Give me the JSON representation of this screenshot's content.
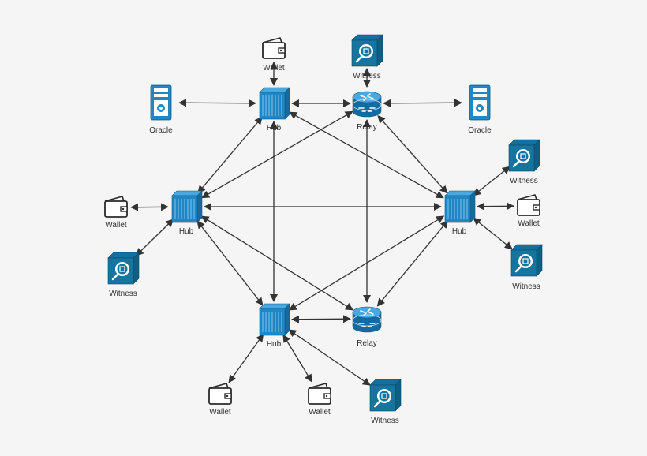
{
  "colors": {
    "background": "#f5f5f5",
    "edge": "#333333",
    "cube_front": "#1f87c6",
    "cube_top": "#4aa8df",
    "cube_side": "#156b9f",
    "witness_dark": "#0f5f84",
    "witness_mid": "#1470a0",
    "text": "#2f2f2f"
  },
  "nodes": [
    {
      "id": "wallet_top",
      "type": "wallet",
      "label": "Wallet",
      "icon": "wallet-icon"
    },
    {
      "id": "witness_top",
      "type": "witness",
      "label": "Witness",
      "icon": "witness-icon"
    },
    {
      "id": "oracle_left",
      "type": "oracle",
      "label": "Oracle",
      "icon": "oracle-icon"
    },
    {
      "id": "oracle_right",
      "type": "oracle",
      "label": "Oracle",
      "icon": "oracle-icon"
    },
    {
      "id": "hub_top",
      "type": "hub",
      "label": "Hub",
      "icon": "hub-icon"
    },
    {
      "id": "relay_top",
      "type": "relay",
      "label": "Relay",
      "icon": "relay-icon"
    },
    {
      "id": "hub_left",
      "type": "hub",
      "label": "Hub",
      "icon": "hub-icon"
    },
    {
      "id": "hub_right",
      "type": "hub",
      "label": "Hub",
      "icon": "hub-icon"
    },
    {
      "id": "wallet_left",
      "type": "wallet",
      "label": "Wallet",
      "icon": "wallet-icon"
    },
    {
      "id": "witness_left",
      "type": "witness",
      "label": "Witness",
      "icon": "witness-icon"
    },
    {
      "id": "witness_right_top",
      "type": "witness",
      "label": "Witness",
      "icon": "witness-icon"
    },
    {
      "id": "wallet_right",
      "type": "wallet",
      "label": "Wallet",
      "icon": "wallet-icon"
    },
    {
      "id": "witness_right_bottom",
      "type": "witness",
      "label": "Witness",
      "icon": "witness-icon"
    },
    {
      "id": "hub_bottom",
      "type": "hub",
      "label": "Hub",
      "icon": "hub-icon"
    },
    {
      "id": "relay_bottom",
      "type": "relay",
      "label": "Relay",
      "icon": "relay-icon"
    },
    {
      "id": "wallet_bottom_1",
      "type": "wallet",
      "label": "Wallet",
      "icon": "wallet-icon"
    },
    {
      "id": "wallet_bottom_2",
      "type": "wallet",
      "label": "Wallet",
      "icon": "wallet-icon"
    },
    {
      "id": "witness_bottom",
      "type": "witness",
      "label": "Witness",
      "icon": "witness-icon"
    }
  ],
  "edges": [
    {
      "from": "wallet_top",
      "to": "hub_top"
    },
    {
      "from": "witness_top",
      "to": "relay_top"
    },
    {
      "from": "oracle_left",
      "to": "hub_top"
    },
    {
      "from": "hub_top",
      "to": "relay_top"
    },
    {
      "from": "relay_top",
      "to": "oracle_right"
    },
    {
      "from": "hub_top",
      "to": "hub_left"
    },
    {
      "from": "hub_top",
      "to": "hub_right"
    },
    {
      "from": "hub_top",
      "to": "hub_bottom"
    },
    {
      "from": "relay_top",
      "to": "hub_left"
    },
    {
      "from": "relay_top",
      "to": "hub_right"
    },
    {
      "from": "relay_top",
      "to": "relay_bottom"
    },
    {
      "from": "hub_left",
      "to": "hub_right"
    },
    {
      "from": "hub_left",
      "to": "hub_bottom"
    },
    {
      "from": "hub_left",
      "to": "relay_bottom"
    },
    {
      "from": "hub_right",
      "to": "hub_bottom"
    },
    {
      "from": "hub_right",
      "to": "relay_bottom"
    },
    {
      "from": "wallet_left",
      "to": "hub_left"
    },
    {
      "from": "witness_left",
      "to": "hub_left"
    },
    {
      "from": "hub_right",
      "to": "witness_right_top"
    },
    {
      "from": "hub_right",
      "to": "wallet_right"
    },
    {
      "from": "hub_right",
      "to": "witness_right_bottom"
    },
    {
      "from": "hub_bottom",
      "to": "relay_bottom"
    },
    {
      "from": "hub_bottom",
      "to": "wallet_bottom_1"
    },
    {
      "from": "hub_bottom",
      "to": "wallet_bottom_2"
    },
    {
      "from": "hub_bottom",
      "to": "witness_bottom"
    }
  ]
}
